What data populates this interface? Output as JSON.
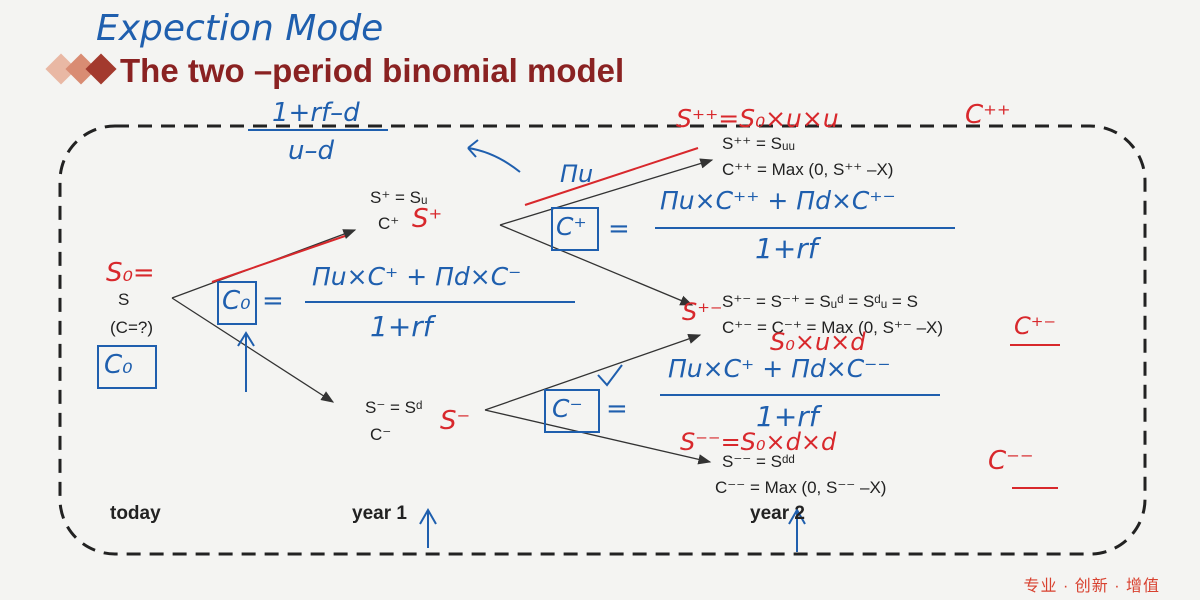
{
  "annotation_top": "Expection Mode",
  "title": "The two –period binomial model",
  "tree": {
    "root_s": "S",
    "root_c": "(C=?)",
    "up_s": "S⁺ = Sᵤ",
    "up_c": "C⁺",
    "down_s": "S⁻ = Sᵈ",
    "down_c": "C⁻",
    "uu_s": "S⁺⁺ = Sᵤᵤ",
    "uu_c": "C⁺⁺ = Max (0, S⁺⁺ –X)",
    "ud_s": "S⁺⁻ = S⁻⁺ = Sᵤᵈ = Sᵈᵤ = S",
    "ud_c": "C⁺⁻ = C⁻⁺ = Max (0, S⁺⁻ –X)",
    "dd_s": "S⁻⁻ = Sᵈᵈ",
    "dd_c": "C⁻⁻ = Max (0, S⁻⁻ –X)"
  },
  "timeline": [
    "today",
    "year 1",
    "year 2"
  ],
  "handwriting": {
    "prob_num": "1+rf–d",
    "prob_den": "u–d",
    "s0": "S₀=",
    "c0_box": "C₀",
    "c0_box_root": "C₀",
    "c0_eq": "=",
    "f1_num": "Πu×C⁺ + Πd×C⁻",
    "f1_den": "1+rf",
    "pi_u": "Πu",
    "cplus_box": "C⁺",
    "cplus_eq": "=",
    "f2_num": "Πu×C⁺⁺ + Πd×C⁺⁻",
    "f2_den": "1+rf",
    "cminus_box": "C⁻",
    "cminus_eq": "=",
    "f3_num": "Πu×C⁺ + Πd×C⁻⁻",
    "f3_den": "1+rf",
    "red_splus": "S⁺",
    "red_sminus": "S⁻",
    "red_suu": "S⁺⁺=S₀×u×u",
    "red_cpp": "C⁺⁺",
    "red_sud": "S⁺⁻",
    "red_s0ud": "S₀×u×d",
    "red_cpm": "C⁺⁻",
    "red_sdd": "S⁻⁻=S₀×d×d",
    "red_cmm": "C⁻⁻"
  },
  "footer": "专业 · 创新 · 增值",
  "colors": {
    "title": "#8a2222",
    "ink_blue": "#1f5fae",
    "ink_red": "#d8282c",
    "footer": "#d8412f",
    "diamond_dark": "#a33a2e",
    "diamond_light": "#e9b8a4"
  }
}
